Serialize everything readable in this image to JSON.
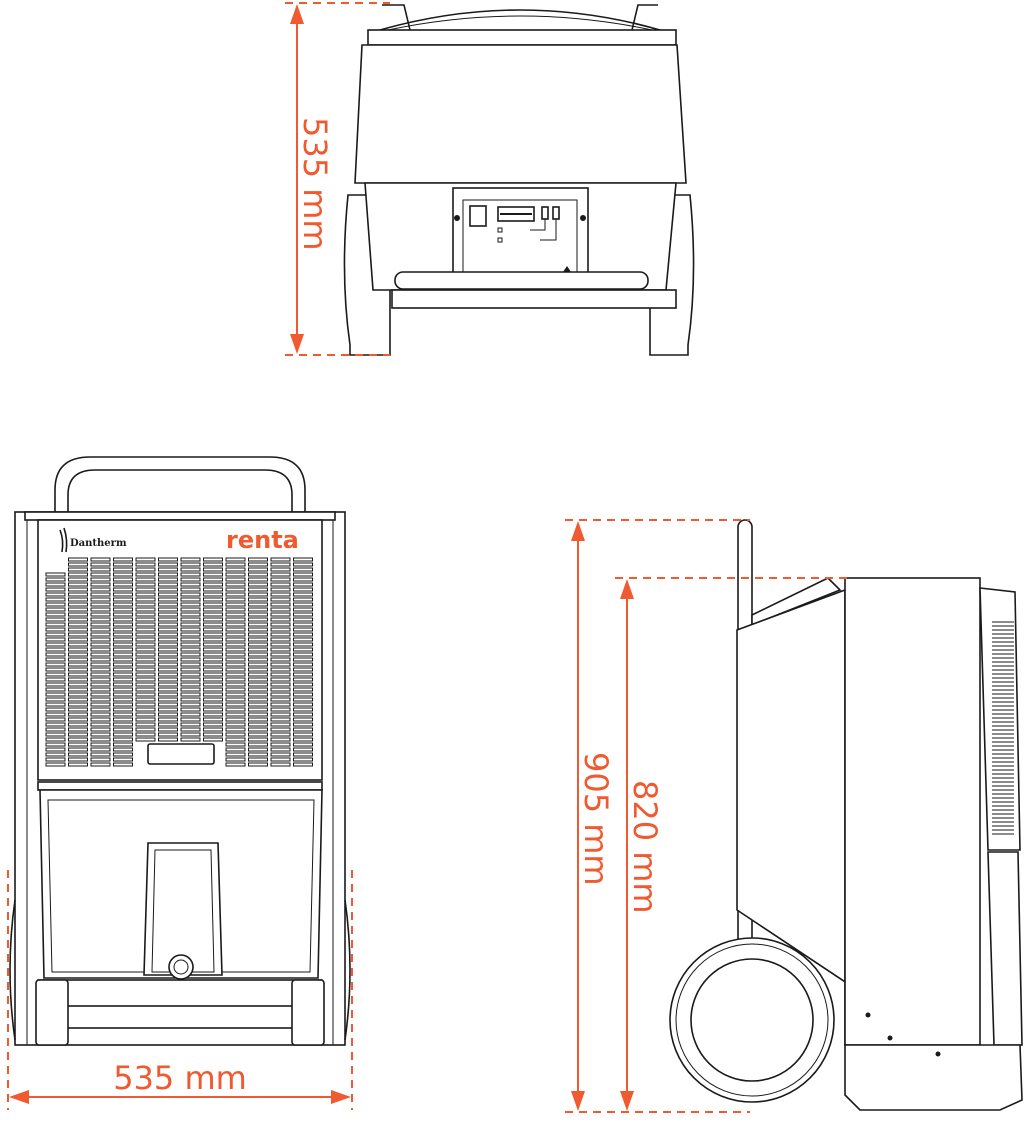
{
  "colors": {
    "dimension": "#f05a30",
    "line": "#1a1a1a"
  },
  "top_view": {
    "depth_label": "535 mm"
  },
  "front_view": {
    "width_label": "535 mm",
    "brand_left": "Dantherm",
    "brand_right": "renta"
  },
  "side_view": {
    "total_height_label": "905 mm",
    "body_height_label": "820 mm"
  }
}
